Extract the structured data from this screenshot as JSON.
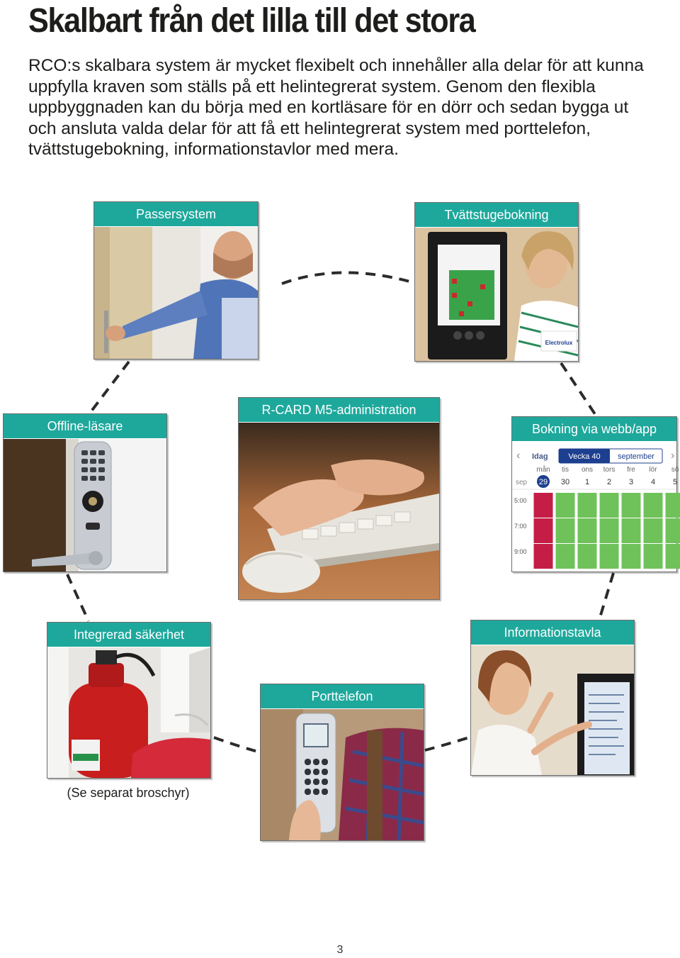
{
  "page": {
    "title": "Skalbart från det lilla till det stora",
    "intro": "RCO:s skalbara system är mycket flexibelt och innehåller alla delar för att kunna uppfylla kraven som ställs på ett helintegrerat system. Genom den flexibla uppbyggnaden kan du börja med en kortläsare för en dörr och sedan bygga ut och ansluta valda delar för att få ett helintegrerat system med porttelefon, tvättstugebokning, informationstavlor med mera.",
    "page_number": "3",
    "accent_color": "#1ea89c"
  },
  "modules": {
    "passersystem": {
      "label": "Passersystem"
    },
    "tvattstugebokning": {
      "label": "Tvättstugebokning",
      "screen_brand": "Electrolux"
    },
    "offline": {
      "label": "Offline-läsare"
    },
    "rcard": {
      "label": "R-CARD M5-administration"
    },
    "webb": {
      "label": "Bokning via webb/app",
      "calendar": {
        "today": "Idag",
        "week": "Vecka 40",
        "month": "september",
        "month_short": "sep",
        "days": [
          "mån",
          "tis",
          "ons",
          "tors",
          "fre",
          "lör",
          "sö"
        ],
        "dates": [
          "29",
          "30",
          "1",
          "2",
          "3",
          "4",
          "5"
        ],
        "times": [
          "5:00",
          "7:00",
          "9:00"
        ]
      }
    },
    "sakerhet": {
      "label": "Integrerad säkerhet",
      "caption": "(Se separat broschyr)"
    },
    "porttelefon": {
      "label": "Porttelefon"
    },
    "informationstavla": {
      "label": "Informationstavla"
    }
  }
}
